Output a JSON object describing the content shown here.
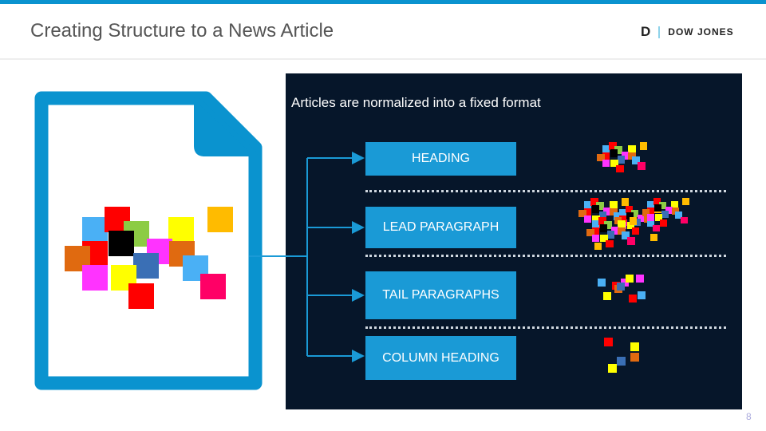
{
  "header": {
    "title": "Creating Structure to a News Article",
    "logo_mark": "D",
    "logo_text": "DOW JONES"
  },
  "panel": {
    "caption": "Articles are normalized into a fixed format",
    "fields": [
      {
        "label": "HEADING"
      },
      {
        "label": "LEAD PARAGRAPH"
      },
      {
        "label": "TAIL PARAGRAPHS"
      },
      {
        "label": "COLUMN HEADING"
      }
    ]
  },
  "page_number": "8",
  "colors": {
    "accent": "#0a93cf",
    "panel": "#06162a",
    "box": "#1a9ad6"
  }
}
